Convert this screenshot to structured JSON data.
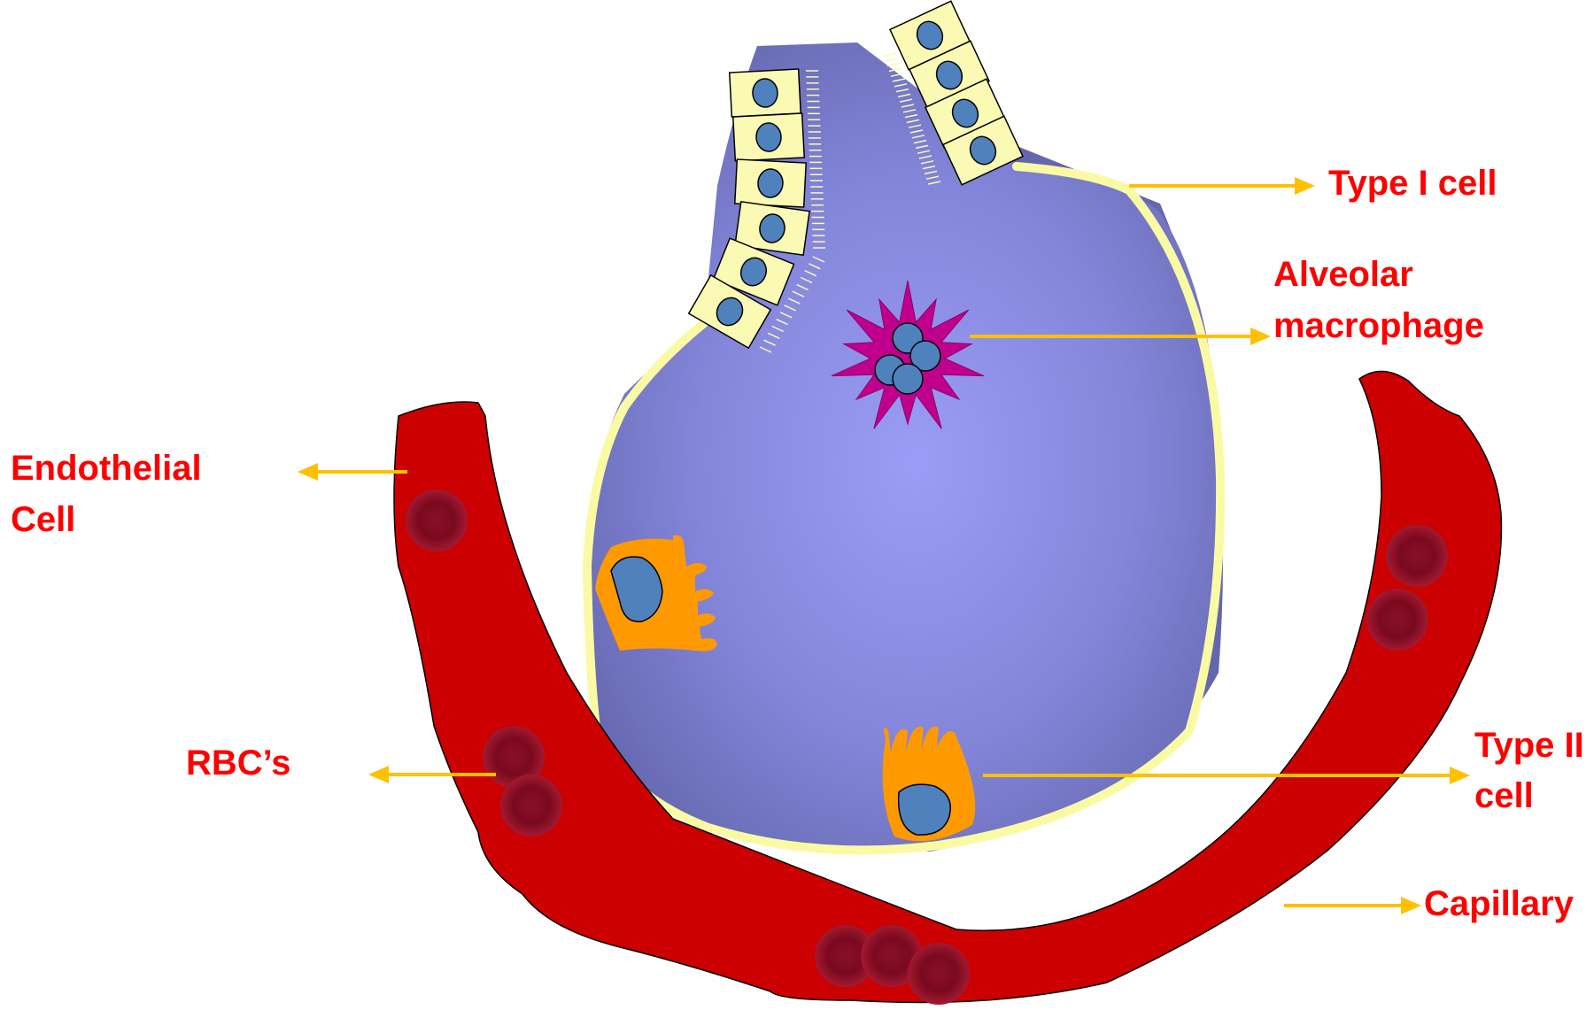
{
  "labels": {
    "type1": "Type I cell",
    "macrophage_line1": "Alveolar",
    "macrophage_line2": "macrophage",
    "endothelial_line1": "Endothelial",
    "endothelial_line2": "Cell",
    "rbc": "RBC’s",
    "type2_line1": "Type II",
    "type2_line2": "cell",
    "capillary": "Capillary"
  },
  "colors": {
    "label_text": "#ff0000",
    "arrow": "#ffc000",
    "capillary": "#cc0000",
    "rbc": "#7a0a1f",
    "alveolus_center": "#9b9cf5",
    "alveolus_edge": "#6467ad",
    "type1_lining": "#fafaa5",
    "epithelial_cell": "#fafab4",
    "nucleus": "#4f81bd",
    "macrophage": "#c0008c",
    "type2_cell": "#ff9900"
  }
}
